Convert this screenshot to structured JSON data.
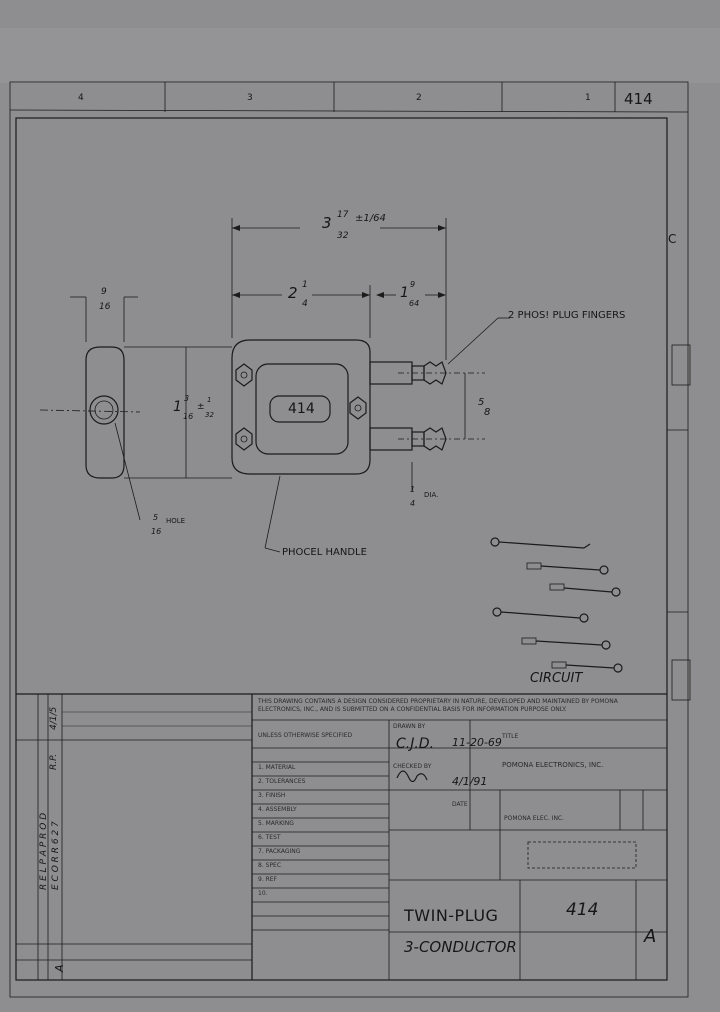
{
  "zones": [
    "4",
    "3",
    "2",
    "1"
  ],
  "corner_drawing_number": "414",
  "right_zone_letter": "C",
  "dims": {
    "overall_whole": "3",
    "overall_num": "17",
    "overall_den": "32",
    "overall_tol": "±1/64",
    "handle_whole": "2",
    "handle_num": "1",
    "handle_den": "4",
    "finger_whole": "1",
    "finger_num": "9",
    "finger_den": "64",
    "side_num": "9",
    "side_den": "16",
    "height_whole": "1",
    "height_num": "3",
    "height_den": "16",
    "height_tol_num": "1",
    "height_tol_den": "32",
    "spacing_num": "5",
    "spacing_den": "8",
    "dia_num": "1",
    "dia_den": "4",
    "dia_label": "DIA.",
    "hole_num": "5",
    "hole_den": "16",
    "hole_label": "HOLE"
  },
  "labels": {
    "fingers": "2 PHOS! PLUG FINGERS",
    "handle": "PHOCEL HANDLE",
    "circuit": "CIRCUIT",
    "plug_marking": "414"
  },
  "revisions": {
    "rev_letter": "A",
    "rev_text_1": "R E L  P A  P R O D",
    "rev_text_2": "E C O  R R  6 2 7",
    "initials": "R.P.",
    "date": "4/1/5"
  },
  "title_block": {
    "notice": "THIS DRAWING CONTAINS A DESIGN CONSIDERED PROPRIETARY IN NATURE, DEVELOPED AND MAINTAINED BY POMONA ELECTRONICS, INC., AND IS SUBMITTED ON A CONFIDENTIAL BASIS FOR INFORMATION PURPOSE ONLY.",
    "tolerance_header": "UNLESS OTHERWISE SPECIFIED",
    "notes": [
      "1. MATERIAL",
      "2. TOLERANCES",
      "3. FINISH",
      "4. ASSEMBLY",
      "5. MARKING",
      "6. TEST",
      "7. PACKAGING",
      "8. SPEC",
      "9. REF",
      "10."
    ],
    "drawn_label": "DRAWN BY",
    "drawn_by": "C.J.D.",
    "drawn_date": "11-20-69",
    "checked_label": "CHECKED BY",
    "checked_date": "4/1/91",
    "date_label": "DATE",
    "company": "POMONA ELECTRONICS, INC.",
    "title_label": "TITLE",
    "title_line1": "TWIN-PLUG",
    "title_line2": "3-CONDUCTOR",
    "dwg_no": "414",
    "rev": "A",
    "company_small": "POMONA ELEC. INC."
  }
}
